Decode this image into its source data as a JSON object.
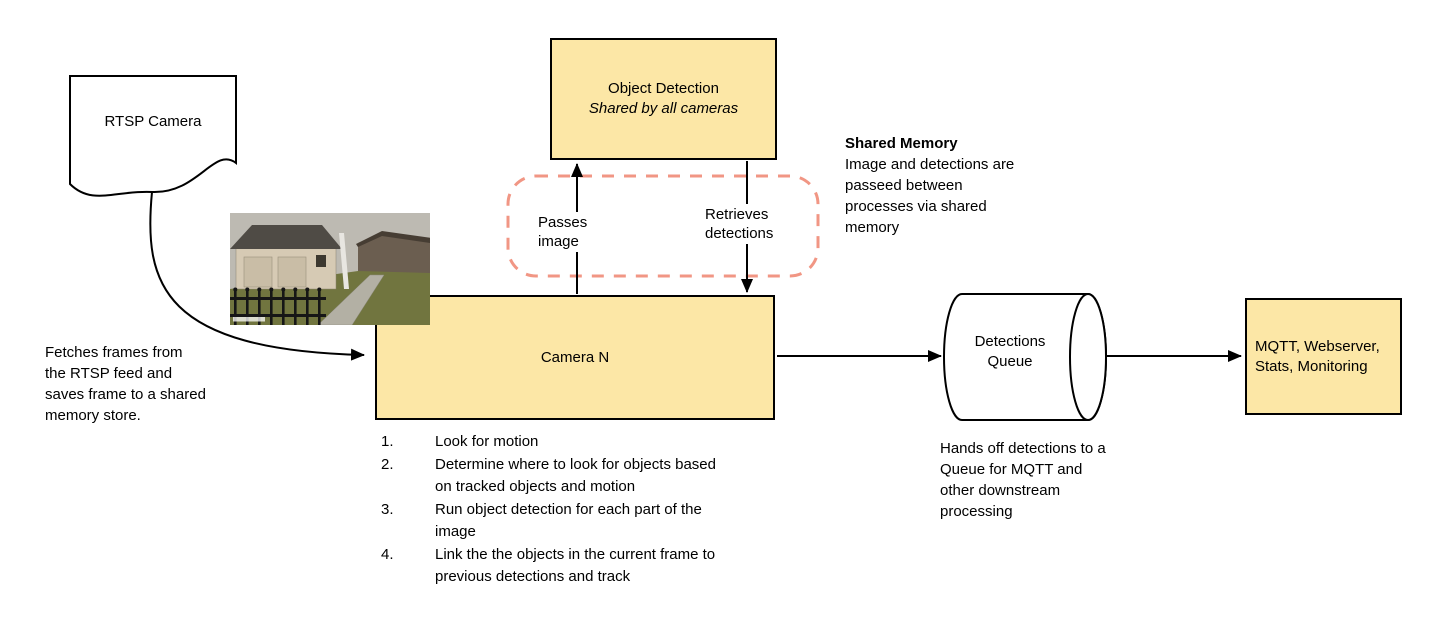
{
  "colors": {
    "node_fill": "#FCE7A6",
    "node_border": "#000000",
    "shared_memory_dash": "#F19684",
    "connector": "#000000"
  },
  "nodes": {
    "rtsp_camera": {
      "label": "RTSP Camera"
    },
    "object_detection": {
      "title": "Object Detection",
      "subtitle": "Shared by all cameras"
    },
    "camera_n": {
      "label": "Camera N"
    },
    "detections_queue": {
      "label": "Detections Queue"
    },
    "outputs": {
      "label": "MQTT, Webserver, Stats, Monitoring"
    }
  },
  "edge_labels": {
    "passes_image": "Passes image",
    "retrieves_detections": "Retrieves detections"
  },
  "notes": {
    "shared_memory": {
      "title": "Shared Memory",
      "body": "Image and detections are passeed between processes via shared memory"
    },
    "rtsp_fetch": "Fetches frames from the RTSP feed and saves frame to a shared memory store.",
    "queue_handoff": "Hands off detections to a Queue for MQTT and other downstream processing"
  },
  "camera_steps": [
    {
      "num": "1.",
      "text": "Look for motion"
    },
    {
      "num": "2.",
      "text": "Determine where to look for objects based on tracked objects and motion"
    },
    {
      "num": "3.",
      "text": "Run object detection for each part of the image"
    },
    {
      "num": "4.",
      "text": "Link the the objects in the current frame to previous detections and track"
    }
  ]
}
